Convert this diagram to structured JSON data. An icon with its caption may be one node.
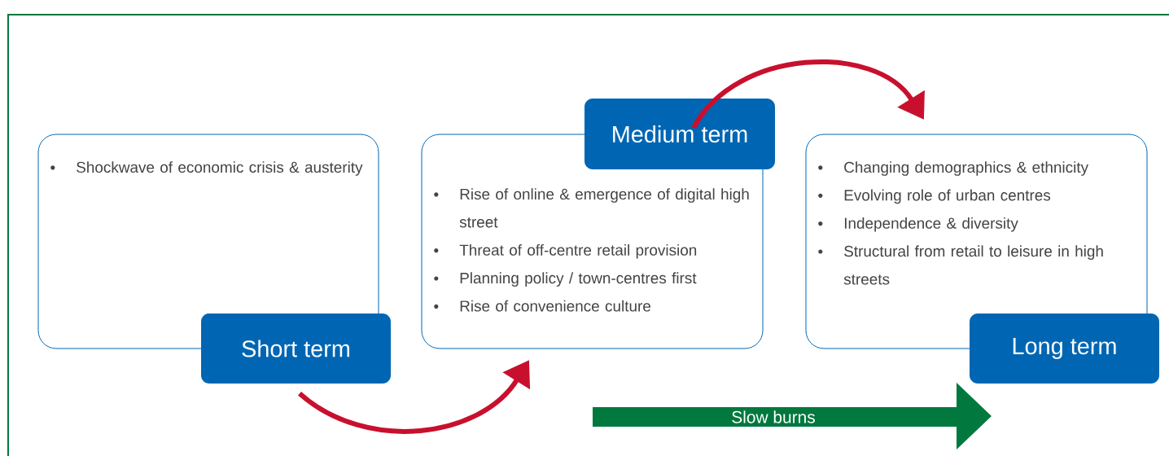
{
  "diagram": {
    "nodes": [
      {
        "text": [
          "Shockwave of economic crisis & austerity",
          "Short term"
        ]
      },
      {
        "text": [
          "Medium term",
          "Rise of online & emergence of digital high street",
          "Threat of off-centre retail provision",
          "Planning policy / town-centres first",
          "Rise of convenience culture"
        ]
      },
      {
        "text": [
          "Changing demographics & ethnicity",
          "Evolving role of urban centres",
          "Independence & diversity",
          "Structural from retail to leisure in high streets",
          "Long term"
        ]
      },
      {
        "text": [
          "Slow burns"
        ]
      }
    ],
    "edges": [
      {
        "from": 0,
        "to": 1,
        "arrow": "to"
      },
      {
        "from": 1,
        "to": 2,
        "arrow": "to"
      }
    ]
  }
}
